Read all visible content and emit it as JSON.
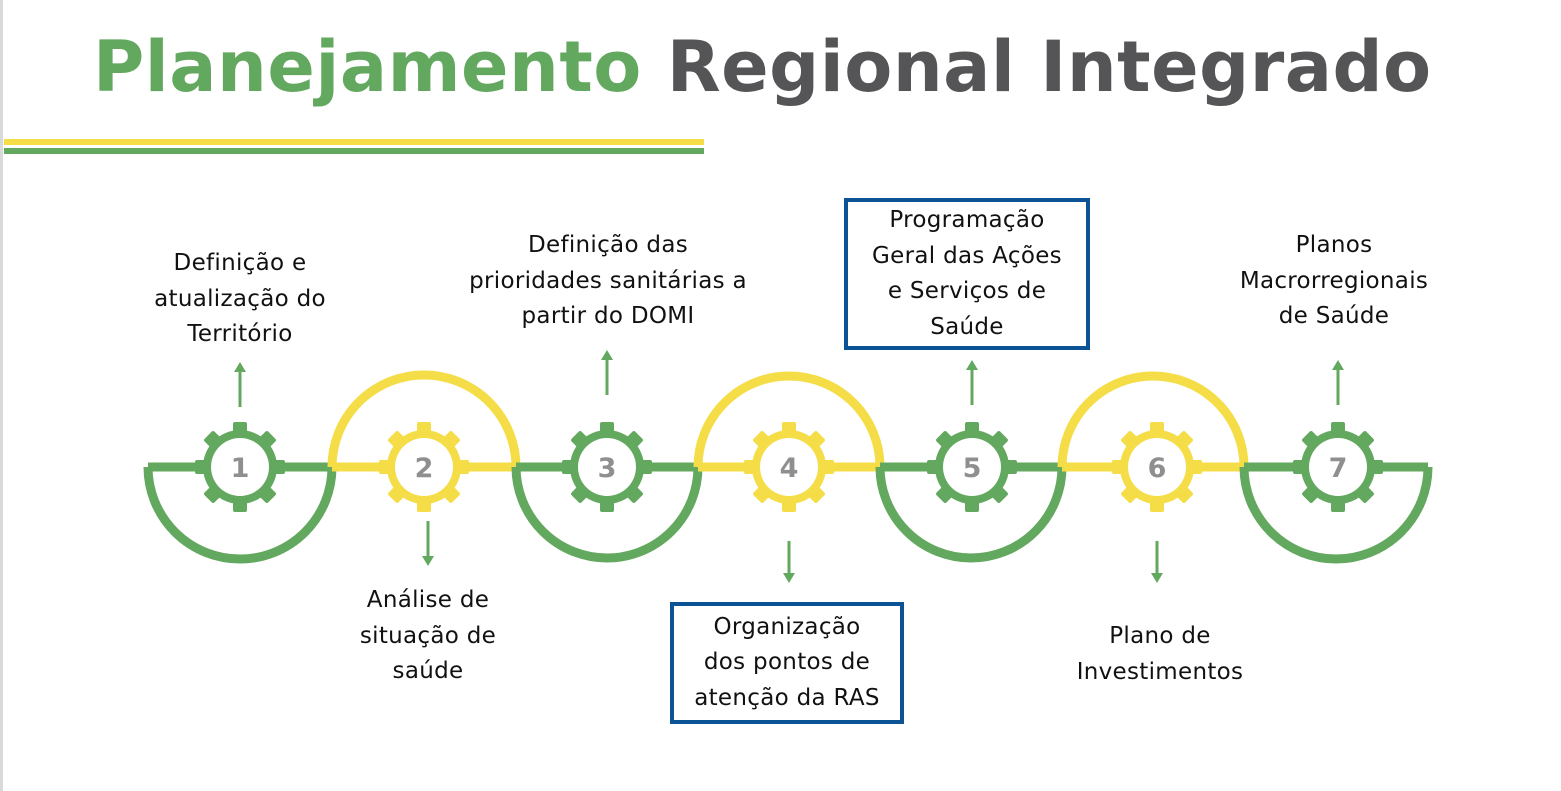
{
  "title": {
    "word1": "Planejamento",
    "word2": "Regional Integrado"
  },
  "colors": {
    "green": "#63a85f",
    "yellow": "#f4dd46",
    "title_gray": "#555557",
    "box_blue": "#0c5396",
    "number_gray": "#8f8f8f"
  },
  "steps": [
    {
      "number": "1",
      "color": "green",
      "lines": [
        "Definição e",
        "atualização do",
        "Território"
      ],
      "highlighted": false
    },
    {
      "number": "2",
      "color": "yellow",
      "lines": [
        "Análise de",
        "situação de",
        "saúde"
      ],
      "highlighted": false
    },
    {
      "number": "3",
      "color": "green",
      "lines": [
        "Definição das",
        "prioridades sanitárias a",
        "partir do DOMI"
      ],
      "highlighted": false
    },
    {
      "number": "4",
      "color": "yellow",
      "lines": [
        "Organização",
        "dos pontos de",
        "atenção da RAS"
      ],
      "highlighted": true
    },
    {
      "number": "5",
      "color": "green",
      "lines": [
        "Programação",
        "Geral das Ações",
        "e Serviços de",
        "Saúde"
      ],
      "highlighted": true
    },
    {
      "number": "6",
      "color": "yellow",
      "lines": [
        "Plano de",
        "Investimentos"
      ],
      "highlighted": false
    },
    {
      "number": "7",
      "color": "green",
      "lines": [
        "Planos",
        "Macrorregionais",
        "de Saúde"
      ],
      "highlighted": false
    }
  ]
}
